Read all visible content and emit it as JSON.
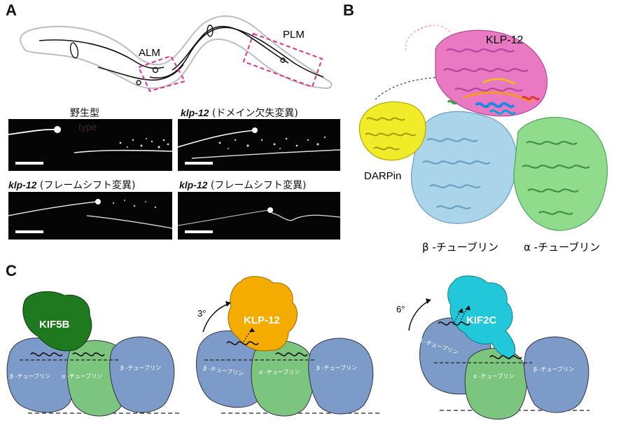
{
  "panelA": {
    "letter": "A",
    "worm": {
      "alm_label": "ALM",
      "plm_label": "PLM"
    },
    "micrographs": [
      {
        "caption_plain": "野生型",
        "caption_italic": "",
        "caption_rest": "",
        "ghost": "type"
      },
      {
        "caption_plain": "",
        "caption_italic": "klp-12",
        "caption_rest": " (ドメイン欠失変異)"
      },
      {
        "caption_plain": "",
        "caption_italic": "klp-12",
        "caption_rest": " (フレームシフト変異)"
      },
      {
        "caption_plain": "",
        "caption_italic": "klp-12",
        "caption_rest": " (フレームシフト変異)"
      }
    ]
  },
  "panelB": {
    "letter": "B",
    "klp12": "KLP-12",
    "darpin": "DARPin",
    "beta": "β -チューブリン",
    "alpha": "α -チューブリン"
  },
  "panelC": {
    "letter": "C",
    "states": [
      {
        "motor": "KIF5B",
        "angle": "",
        "beta_left": "β -チューブリン",
        "alpha": "α -チューブリン",
        "beta_right": "β -チューブリン"
      },
      {
        "motor": "KLP-12",
        "angle": "3°",
        "beta_left": "β -チューブリン",
        "alpha": "α -チューブリン",
        "beta_right": "β -チューブリン"
      },
      {
        "motor": "KIF2C",
        "angle": "6°",
        "beta_left": "β -チューブリン",
        "alpha": "α -チューブリン",
        "beta_right": "β -チューブリン"
      }
    ]
  },
  "colors": {
    "magenta_box": "#e0308f",
    "kif5b": "#1f7a1f",
    "klp12": "#f5ac00",
    "kif2c": "#22c7d9",
    "beta_tub": "#7d9bc8",
    "alpha_tub": "#7cc57e",
    "ribbon_pink": "#e879c2",
    "ribbon_lightblue": "#a9d4ea",
    "ribbon_green": "#8fdc8c",
    "ribbon_yellow": "#f1ec2a"
  }
}
